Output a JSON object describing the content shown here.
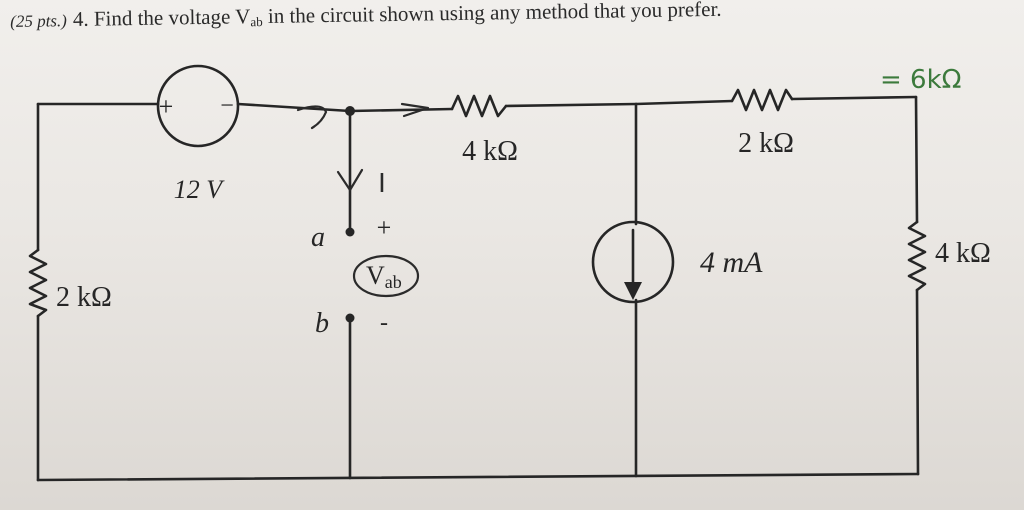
{
  "header": {
    "points": "(25 pts.)",
    "question_pre": "4.  Find the voltage V",
    "question_sub": "ab",
    "question_post": " in the circuit shown using any method that you prefer."
  },
  "circuit": {
    "voltage_source": {
      "plus": "+",
      "minus": "−",
      "label": "12 V"
    },
    "resistor_left": "2 kΩ",
    "resistor_top_mid": "4 kΩ",
    "resistor_top_right": "2 kΩ",
    "resistor_right": "4 kΩ",
    "current_source": "4 mA",
    "terminal_a": "a",
    "terminal_b": "b",
    "plus_sign": "+",
    "minus_sign": "-"
  },
  "annotations": {
    "current_label": "I",
    "vab_main": "V",
    "vab_sub": "ab",
    "equiv_note": "= 6kΩ"
  },
  "colors": {
    "ink": "#262626",
    "annotation_green": "#3c7a3c"
  }
}
